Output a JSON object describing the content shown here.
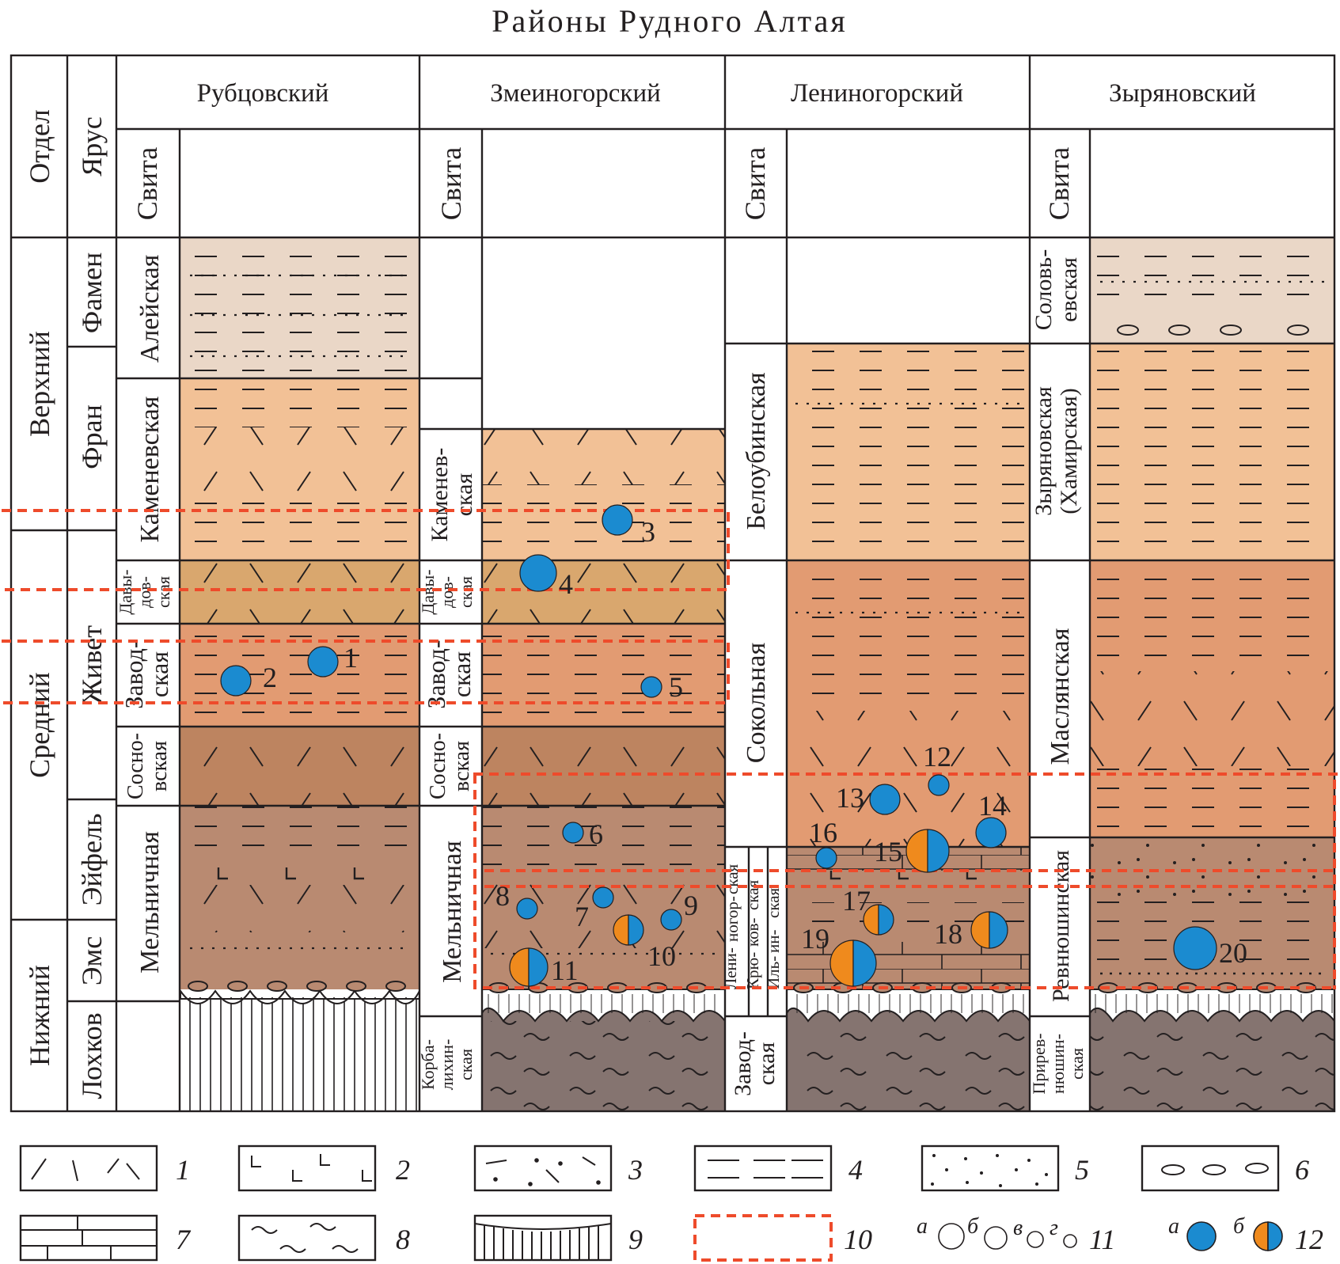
{
  "title": "Районы Рудного Алтая",
  "header": {
    "otdel": "Отдел",
    "yarus": "Ярус",
    "svita": "Свита"
  },
  "districts": [
    "Рубцовский",
    "Змеиногорский",
    "Лениногорский",
    "Зыряновский"
  ],
  "otdely": [
    "Верхний",
    "Средний",
    "Нижний"
  ],
  "yarusy": [
    "Фамен",
    "Фран",
    "Живет",
    "Эйфель",
    "Эмс",
    "Лохков"
  ],
  "svity": {
    "rubtsovsky": [
      "Алейская",
      "Каменевская",
      "Давы-",
      "дов-",
      "ская",
      "Завод-",
      "ская",
      "Сосно-",
      "вская",
      "Мельничная"
    ],
    "zmeinogorsky": [
      "Каменев-",
      "ская",
      "Давы-",
      "дов-",
      "ская",
      "Завод-",
      "ская",
      "Сосно-",
      "вская",
      "Мельничная",
      "Корба-",
      "лихин-",
      "ская"
    ],
    "leninogorsky": [
      "Белоубинская",
      "Сокольная",
      "Лени-",
      "ногор-",
      "ская",
      "Крю-",
      "ков-",
      "ская",
      "Иль-",
      "ин-",
      "ская",
      "Завод-",
      "ская"
    ],
    "zyryanovsky": [
      "Соловь-",
      "евская",
      "Зыряновская",
      "(Хамирская)",
      "Маслянская",
      "Ревнюшинская",
      "Прирев-",
      "нюшин-",
      "ская"
    ]
  },
  "deposits": [
    "1",
    "2",
    "3",
    "4",
    "5",
    "6",
    "7",
    "8",
    "9",
    "10",
    "11",
    "12",
    "13",
    "14",
    "15",
    "16",
    "17",
    "18",
    "19",
    "20"
  ],
  "legend": {
    "numbers": [
      "1",
      "2",
      "3",
      "4",
      "5",
      "6",
      "7",
      "8",
      "9",
      "10",
      "11",
      "12"
    ],
    "letters11": [
      "а",
      "б",
      "в",
      "г"
    ],
    "letters12": [
      "а",
      "б"
    ]
  },
  "colors": {
    "famen": "#ead7c7",
    "fran": "#f2c196",
    "davydov": "#d9a76e",
    "zavod": "#e29b72",
    "sosnov": "#bd8460",
    "melnich": "#b98a71",
    "korbalikh": "#857470",
    "deposit_blue": "#1b8bd0",
    "deposit_orange": "#ef8a1d",
    "boundary_red": "#ee4b2b"
  }
}
